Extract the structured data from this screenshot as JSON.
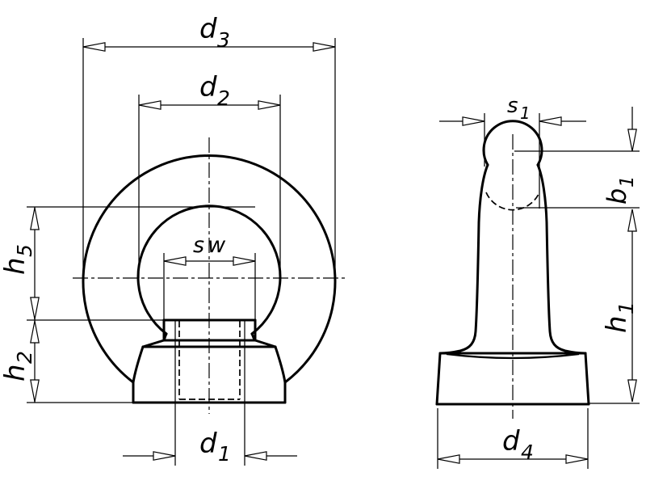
{
  "colors": {
    "line": "#000000",
    "background": "#ffffff"
  },
  "dimensions": {
    "front": [
      {
        "id": "d3",
        "main": "d",
        "sub": "3"
      },
      {
        "id": "d2",
        "main": "d",
        "sub": "2"
      },
      {
        "id": "sw",
        "main": "sw",
        "sub": ""
      },
      {
        "id": "h5",
        "main": "h",
        "sub": "5"
      },
      {
        "id": "h2",
        "main": "h",
        "sub": "2"
      },
      {
        "id": "d1",
        "main": "d",
        "sub": "1"
      }
    ],
    "side": [
      {
        "id": "s1",
        "main": "s",
        "sub": "1"
      },
      {
        "id": "b1",
        "main": "b",
        "sub": "1"
      },
      {
        "id": "h1",
        "main": "h",
        "sub": "1"
      },
      {
        "id": "d4",
        "main": "d",
        "sub": "4"
      }
    ]
  }
}
